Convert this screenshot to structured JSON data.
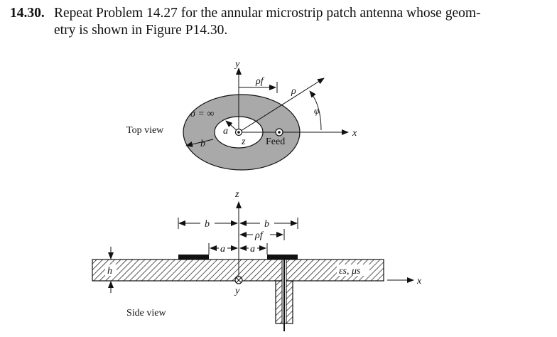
{
  "problem": {
    "number": "14.30.",
    "line1": "Repeat Problem 14.27 for the annular microstrip patch antenna whose geom-",
    "line2": "etry is shown in Figure P14.30."
  },
  "top_view": {
    "caption": "Top view",
    "sigma_label": "σ = ∞",
    "feed_label": "Feed",
    "y_axis": "y",
    "x_axis": "x",
    "z_label": "z",
    "a_label": "a",
    "b_label": "b",
    "rho_f_label": "ρf",
    "rho_label": "ρ",
    "phi_label": "φ"
  },
  "side_view": {
    "caption": "Side view",
    "z_axis": "z",
    "x_axis": "x",
    "y_label": "y",
    "b_left": "b",
    "b_right": "b",
    "rho_f_label": "ρf",
    "a_left": "a",
    "a_right": "a",
    "h_label": "h",
    "material_label": "εs, μs"
  },
  "colors": {
    "ring_fill": "#a9a9a9",
    "ink": "#111111"
  }
}
